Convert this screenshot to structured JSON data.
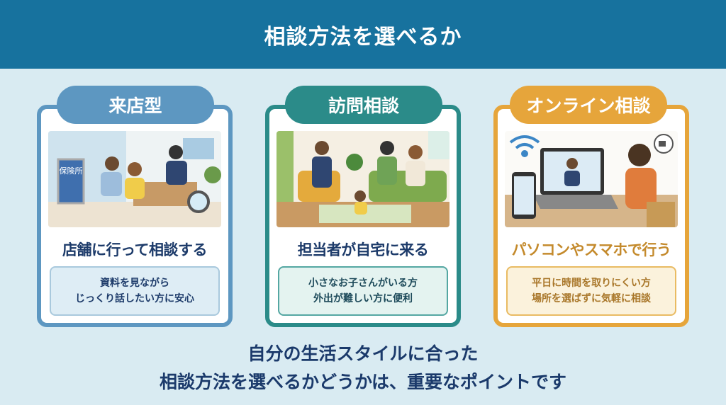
{
  "header": {
    "title": "相談方法を選べるか"
  },
  "cards": [
    {
      "tab": "来店型",
      "subtitle": "店舗に行って相談する",
      "note": [
        "資料を見ながら",
        "じっくり話したい方に安心"
      ],
      "sign": "保険所"
    },
    {
      "tab": "訪問相談",
      "subtitle": "担当者が自宅に来る",
      "note": [
        "小さなお子さんがいる方",
        "外出が難しい方に便利"
      ]
    },
    {
      "tab": "オンライン相談",
      "subtitle": "パソコンやスマホで行う",
      "note": [
        "平日に時間を取りにくい方",
        "場所を選ばずに気軽に相談"
      ]
    }
  ],
  "footer": {
    "line1": "自分の生活スタイルに合った",
    "line2": "相談方法を選べるかどうかは、重要なポイントです"
  },
  "colors": {
    "header": "#17729e",
    "store": "#5d97c1",
    "visit": "#2b8b89",
    "online": "#e6a53b"
  }
}
